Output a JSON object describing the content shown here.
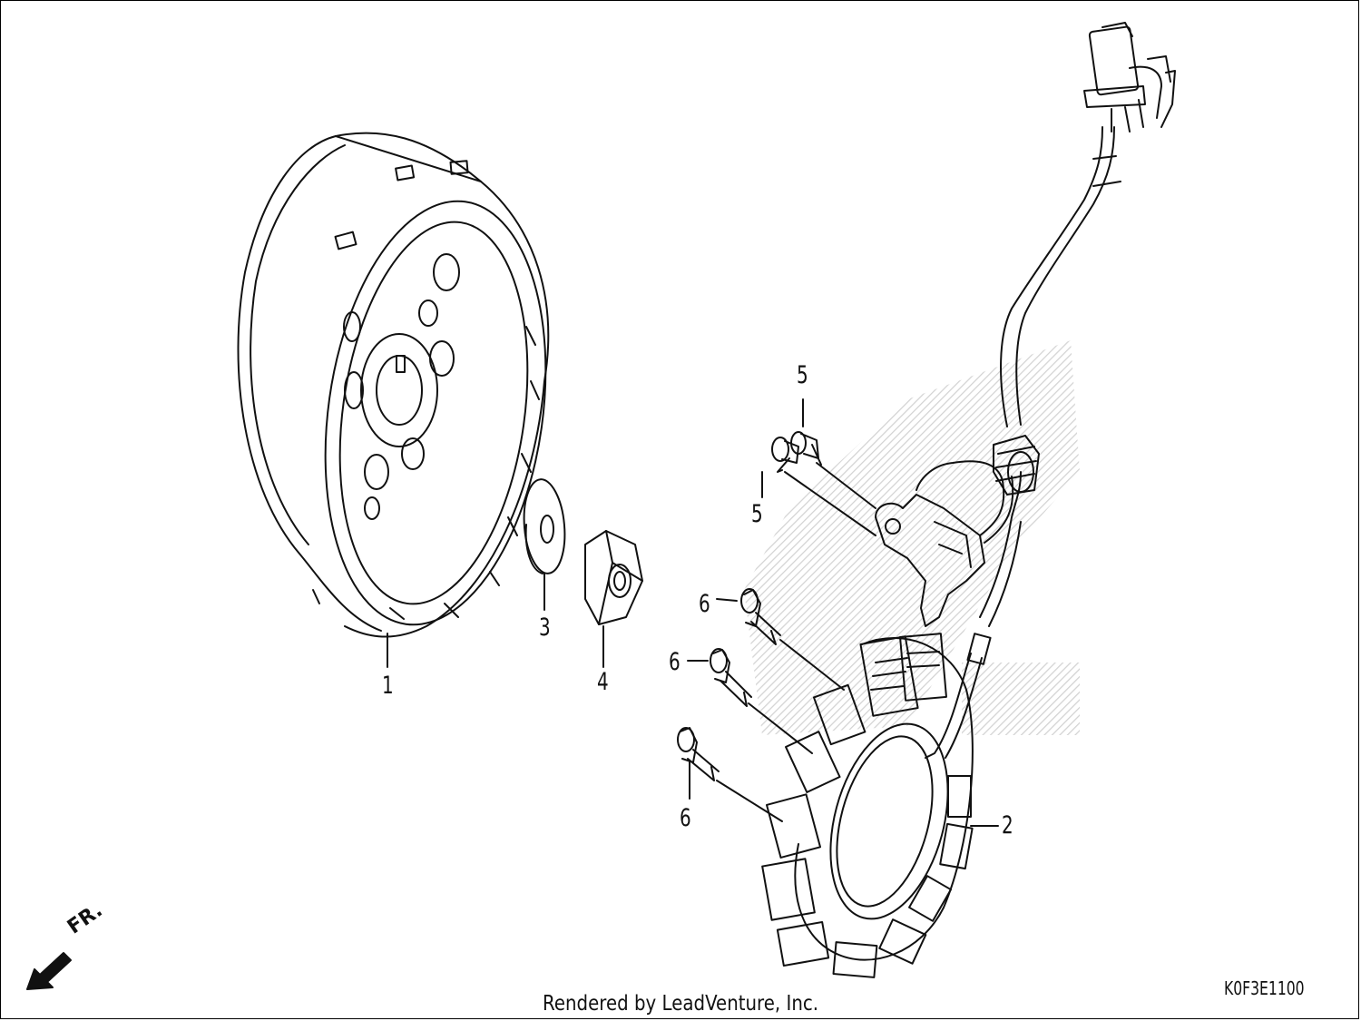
{
  "diagram": {
    "callouts": {
      "flywheel": "1",
      "stator": "2",
      "washer": "3",
      "nut": "4",
      "bolt_a_top": "5",
      "bolt_a_bottom": "5",
      "bolt_b_1": "6",
      "bolt_b_2": "6",
      "bolt_b_3": "6"
    },
    "direction_text": "FR.",
    "diagram_code": "K0F3E1100",
    "credit": "Rendered by LeadVenture, Inc."
  },
  "colors": {
    "line": "#111111",
    "background": "#ffffff",
    "watermark": "#cfcfcf"
  },
  "icons": {
    "direction": "front-arrow-icon"
  }
}
